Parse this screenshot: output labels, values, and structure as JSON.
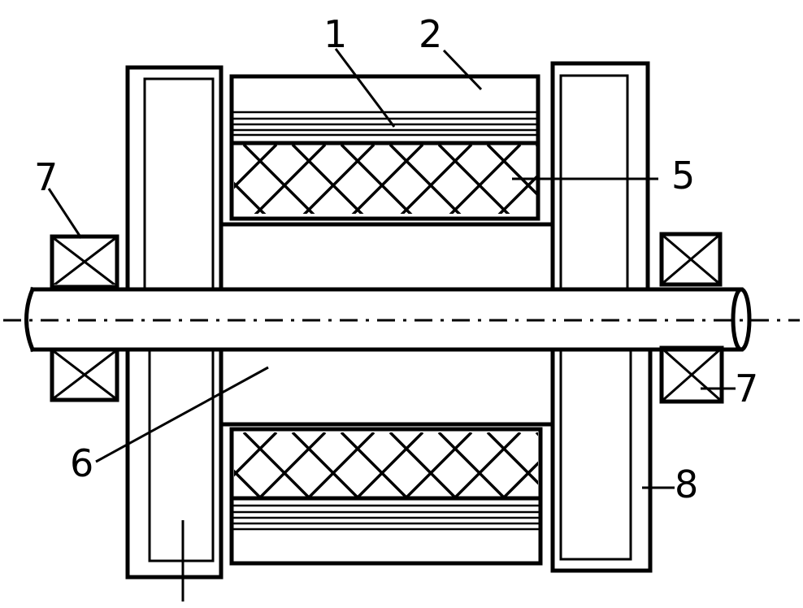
{
  "labels": {
    "l1": "1",
    "l2": "2",
    "l5": "5",
    "l6": "6",
    "l7_left": "7",
    "l7_right": "7",
    "l8": "8"
  }
}
